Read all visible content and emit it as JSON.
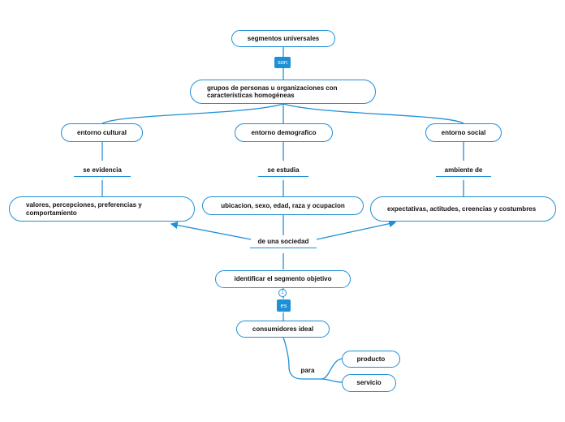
{
  "colors": {
    "accent": "#1f8fd6",
    "text": "#111111",
    "background": "#ffffff"
  },
  "nodes": {
    "segmentos": "segmentos universales",
    "grupos": "grupos de personas u organizaciones con características homogéneas",
    "cultural": "entorno cultural",
    "demografico": "entorno demografico",
    "social": "entorno social",
    "valores": "valores, percepciones, preferencias y comportamiento",
    "ubicacion": "ubicacion, sexo, edad, raza y ocupacion",
    "expectativas": "expectativas, actitudes, creencias y costumbres",
    "identificar": "identificar el segmento objetivo",
    "consumidores": "consumidores ideal",
    "producto": "producto",
    "servicio": "servicio"
  },
  "labels": {
    "se_evidencia": "se evidencia",
    "se_estudia": "se estudia",
    "ambiente_de": "ambiente de",
    "de_una_sociedad": "de una sociedad",
    "para": "para"
  },
  "tags": {
    "son": "son",
    "es": "es"
  },
  "badge": "1"
}
